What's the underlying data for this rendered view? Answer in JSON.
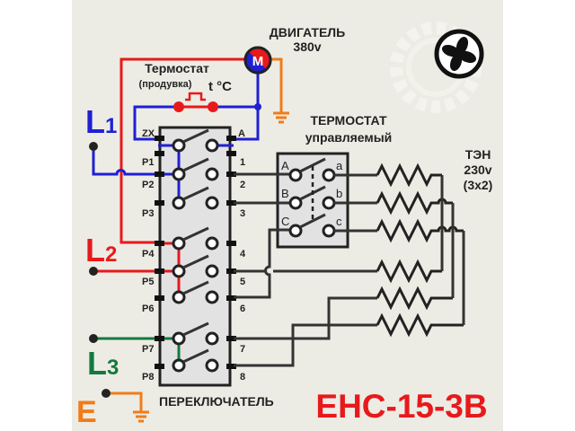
{
  "colors": {
    "background": "#edece4",
    "phase_l1": "#1f1fd6",
    "phase_l2": "#e8191c",
    "phase_l3": "#127a3f",
    "earth": "#f07c1a",
    "title": "#e8191c",
    "wire": "#333333"
  },
  "motor": {
    "title": "ДВИГАТЕЛЬ",
    "voltage": "380v",
    "symbol": "M"
  },
  "thermostat_blow": {
    "title": "Термостат",
    "subtitle": "(продувка)",
    "symbol": "t °C"
  },
  "thermostat_controlled": {
    "title": "ТЕРМОСТАТ",
    "subtitle": "управляемый",
    "contacts_left": [
      "A",
      "B",
      "C"
    ],
    "contacts_right": [
      "a",
      "b",
      "c"
    ]
  },
  "heater": {
    "title": "ТЭН",
    "voltage": "230v",
    "count": "(3x2)"
  },
  "phases": {
    "l1": {
      "letter": "L",
      "index": "1"
    },
    "l2": {
      "letter": "L",
      "index": "2"
    },
    "l3": {
      "letter": "L",
      "index": "3"
    },
    "earth": "E"
  },
  "switch": {
    "label": "ПЕРЕКЛЮЧАТЕЛЬ",
    "left_terminals": [
      "ZX",
      "P1",
      "P2",
      "P3",
      "P4",
      "P5",
      "P6",
      "P7",
      "P8"
    ],
    "right_terminals": [
      "A",
      "1",
      "2",
      "3",
      "4",
      "5",
      "6",
      "7",
      "8"
    ]
  },
  "model": "ЕНС-15-3В",
  "fan_icon": "fan-icon",
  "watermark_icon": "gear-wrench-icon"
}
